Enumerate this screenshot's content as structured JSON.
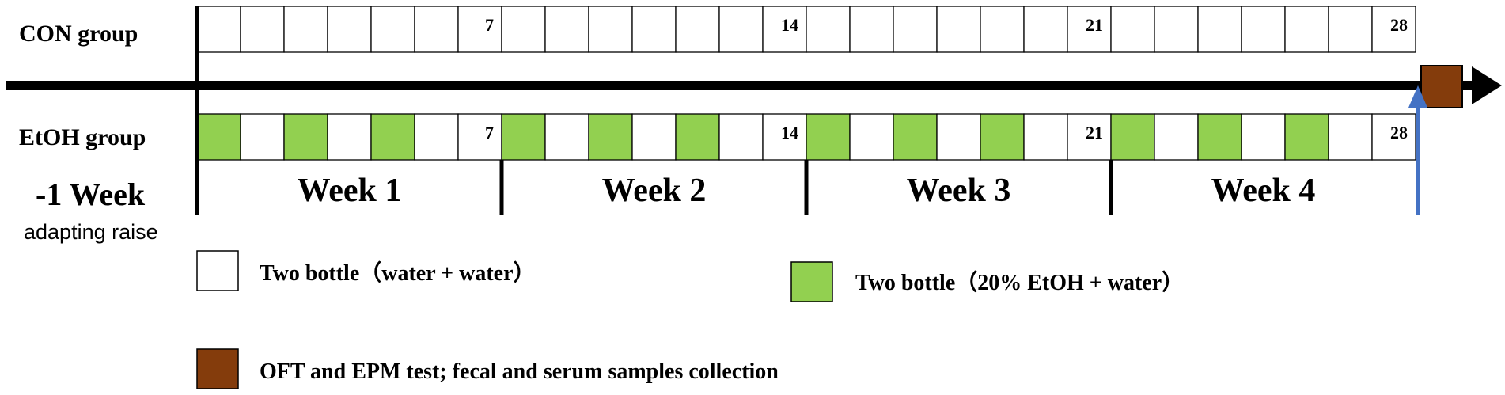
{
  "con_group": {
    "label": "CON group",
    "days": [
      {
        "label": "",
        "treatment": "water"
      },
      {
        "label": "",
        "treatment": "water"
      },
      {
        "label": "",
        "treatment": "water"
      },
      {
        "label": "",
        "treatment": "water"
      },
      {
        "label": "",
        "treatment": "water"
      },
      {
        "label": "",
        "treatment": "water"
      },
      {
        "label": "7",
        "treatment": "water"
      },
      {
        "label": "",
        "treatment": "water"
      },
      {
        "label": "",
        "treatment": "water"
      },
      {
        "label": "",
        "treatment": "water"
      },
      {
        "label": "",
        "treatment": "water"
      },
      {
        "label": "",
        "treatment": "water"
      },
      {
        "label": "",
        "treatment": "water"
      },
      {
        "label": "14",
        "treatment": "water"
      },
      {
        "label": "",
        "treatment": "water"
      },
      {
        "label": "",
        "treatment": "water"
      },
      {
        "label": "",
        "treatment": "water"
      },
      {
        "label": "",
        "treatment": "water"
      },
      {
        "label": "",
        "treatment": "water"
      },
      {
        "label": "",
        "treatment": "water"
      },
      {
        "label": "21",
        "treatment": "water"
      },
      {
        "label": "",
        "treatment": "water"
      },
      {
        "label": "",
        "treatment": "water"
      },
      {
        "label": "",
        "treatment": "water"
      },
      {
        "label": "",
        "treatment": "water"
      },
      {
        "label": "",
        "treatment": "water"
      },
      {
        "label": "",
        "treatment": "water"
      },
      {
        "label": "28",
        "treatment": "water"
      }
    ]
  },
  "etoh_group": {
    "label": "EtOH group",
    "days": [
      {
        "label": "",
        "treatment": "etoh"
      },
      {
        "label": "",
        "treatment": "water"
      },
      {
        "label": "",
        "treatment": "etoh"
      },
      {
        "label": "",
        "treatment": "water"
      },
      {
        "label": "",
        "treatment": "etoh"
      },
      {
        "label": "",
        "treatment": "water"
      },
      {
        "label": "7",
        "treatment": "water"
      },
      {
        "label": "",
        "treatment": "etoh"
      },
      {
        "label": "",
        "treatment": "water"
      },
      {
        "label": "",
        "treatment": "etoh"
      },
      {
        "label": "",
        "treatment": "water"
      },
      {
        "label": "",
        "treatment": "etoh"
      },
      {
        "label": "",
        "treatment": "water"
      },
      {
        "label": "14",
        "treatment": "water"
      },
      {
        "label": "",
        "treatment": "etoh"
      },
      {
        "label": "",
        "treatment": "water"
      },
      {
        "label": "",
        "treatment": "etoh"
      },
      {
        "label": "",
        "treatment": "water"
      },
      {
        "label": "",
        "treatment": "etoh"
      },
      {
        "label": "",
        "treatment": "water"
      },
      {
        "label": "21",
        "treatment": "water"
      },
      {
        "label": "",
        "treatment": "etoh"
      },
      {
        "label": "",
        "treatment": "water"
      },
      {
        "label": "",
        "treatment": "etoh"
      },
      {
        "label": "",
        "treatment": "water"
      },
      {
        "label": "",
        "treatment": "etoh"
      },
      {
        "label": "",
        "treatment": "water"
      },
      {
        "label": "28",
        "treatment": "water"
      }
    ]
  },
  "pre_period": {
    "title": "-1 Week",
    "subtitle": "adapting raise"
  },
  "weeks": [
    "Week 1",
    "Week 2",
    "Week 3",
    "Week 4"
  ],
  "legend": {
    "water": "Two bottle（water + water）",
    "etoh": "Two bottle（20% EtOH + water）",
    "test": "OFT and EPM test; fecal  and serum samples collection"
  },
  "colors": {
    "water": "#ffffff",
    "etoh": "#92d050",
    "test": "#843c0c",
    "marker_arrow": "#4472c4",
    "timeline": "#000000"
  }
}
